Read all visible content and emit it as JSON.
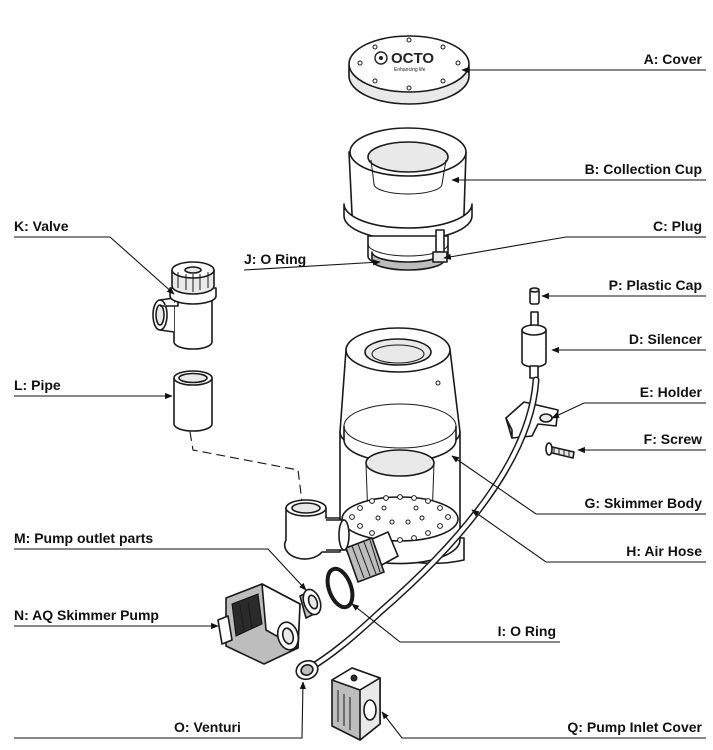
{
  "logo": {
    "brand": "OCTO",
    "tagline": "Enhancing life"
  },
  "labels": {
    "a": "A: Cover",
    "b": "B: Collection Cup",
    "c": "C: Plug",
    "d": "D: Silencer",
    "e": "E: Holder",
    "f": "F: Screw",
    "g": "G: Skimmer Body",
    "h": "H: Air Hose",
    "i": "I: O Ring",
    "j": "J: O Ring",
    "k": "K: Valve",
    "l": "L: Pipe",
    "m": "M: Pump outlet parts",
    "n": "N: AQ Skimmer Pump",
    "o": "O: Venturi",
    "p": "P: Plastic Cap",
    "q": "Q: Pump Inlet Cover"
  }
}
